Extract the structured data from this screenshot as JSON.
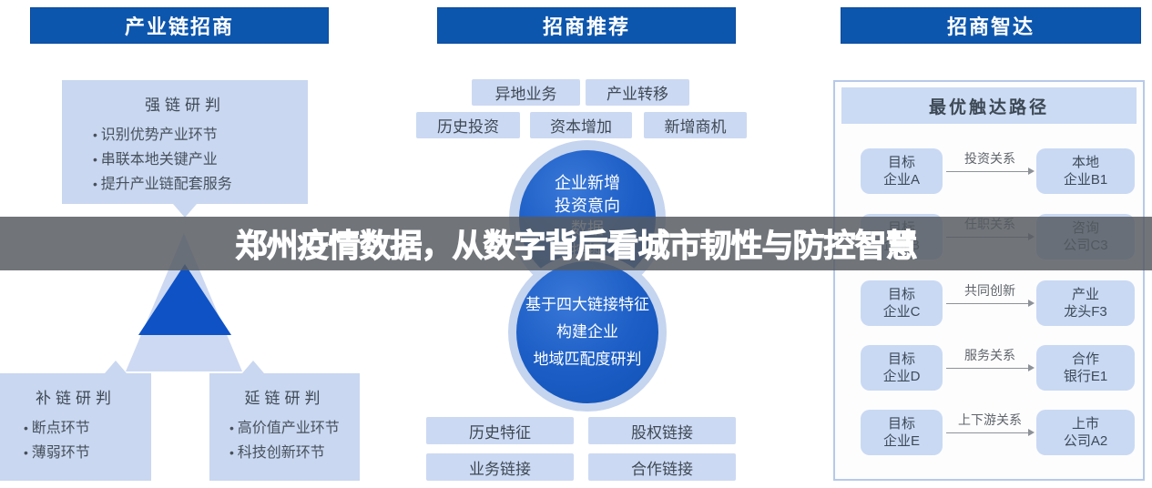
{
  "banner": {
    "text": "郑州疫情数据，从数字背后看城市韧性与防控智慧"
  },
  "colors": {
    "header_blue": "#0d56ad",
    "solid_blue": "#0e52c6",
    "light_box_blue": "#c9d7f0",
    "chip_blue": "#ccd9f3",
    "circle_blue": "#1c5ec6",
    "panel_border": "#b6c9e8",
    "banner_gray": "#565b60"
  },
  "left": {
    "header": "产业链招商",
    "strong_box": {
      "title": "强链研判",
      "bullets": [
        "识别优势产业环节",
        "串联本地关键产业",
        "提升产业链配套服务"
      ]
    },
    "bu_box": {
      "title": "补链研判",
      "bullets": [
        "断点环节",
        "薄弱环节"
      ]
    },
    "yan_box": {
      "title": "延链研判",
      "bullets": [
        "高价值产业环节",
        "科技创新环节"
      ]
    }
  },
  "middle": {
    "header": "招商推荐",
    "top_chips": {
      "r1c1": "异地业务",
      "r1c2": "产业转移",
      "r2c1": "历史投资",
      "r2c2": "资本增加",
      "r2c3": "新增商机"
    },
    "circle_top": {
      "line1": "企业新增",
      "line2": "投资意向",
      "line3": "数据",
      "line4": "挖掘"
    },
    "circle_bottom": {
      "line1": "基于四大链接特征",
      "line2": "构建企业",
      "line3": "地域匹配度研判"
    },
    "bottom_chips": {
      "r1c1": "历史特征",
      "r1c2": "股权链接",
      "r2c1": "业务链接",
      "r2c2": "合作链接"
    }
  },
  "right": {
    "header": "招商智达",
    "panel_title": "最优触达路径",
    "paths": [
      {
        "from1": "目标",
        "from2": "企业A",
        "relation": "投资关系",
        "to1": "本地",
        "to2": "企业B1"
      },
      {
        "from1": "目标",
        "from2": "企业B",
        "relation": "任职关系",
        "to1": "咨询",
        "to2": "公司C3"
      },
      {
        "from1": "目标",
        "from2": "企业C",
        "relation": "共同创新",
        "to1": "产业",
        "to2": "龙头F3"
      },
      {
        "from1": "目标",
        "from2": "企业D",
        "relation": "服务关系",
        "to1": "合作",
        "to2": "银行E1"
      },
      {
        "from1": "目标",
        "from2": "企业E",
        "relation": "上下游关系",
        "to1": "上市",
        "to2": "公司A2"
      }
    ]
  }
}
